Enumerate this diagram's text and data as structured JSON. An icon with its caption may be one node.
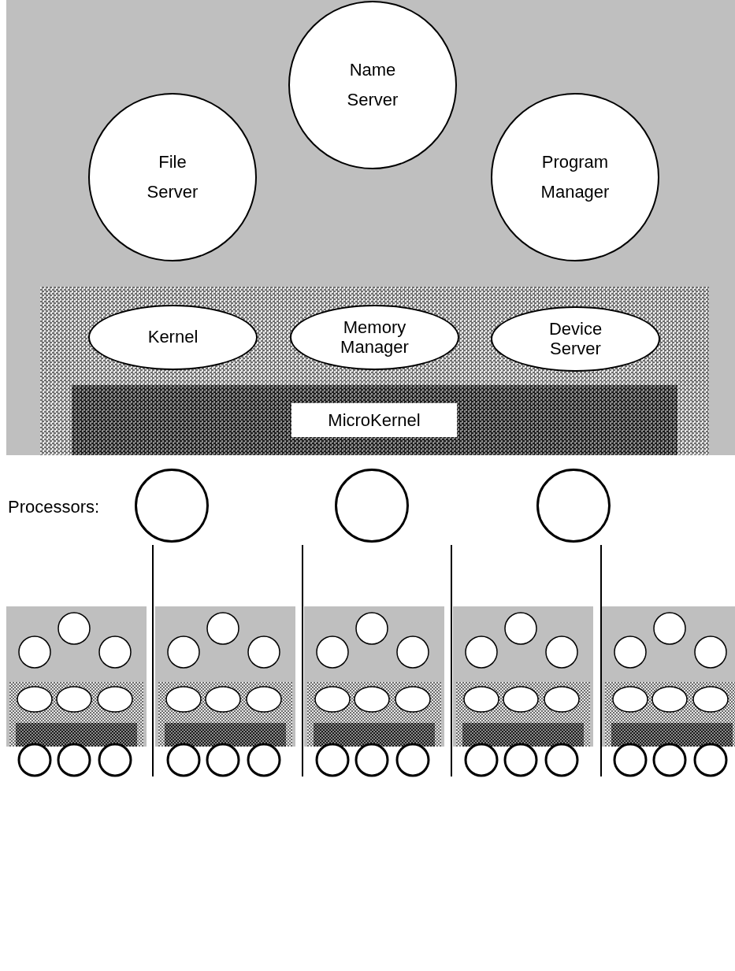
{
  "diagram": {
    "nodes": [
      {
        "text": [],
        "shape": "box"
      },
      {
        "text": [
          "File Server"
        ],
        "in": 0
      },
      {
        "text": [
          "Name Server"
        ],
        "in": 0
      },
      {
        "text": [
          "Program Manager"
        ],
        "in": 0
      },
      {
        "text": [],
        "shape": "box",
        "in": 0
      },
      {
        "text": [
          "Kernel"
        ],
        "in": 4
      },
      {
        "text": [
          "Memory Manager"
        ],
        "in": 4
      },
      {
        "text": [
          "Device Server"
        ],
        "in": 4
      },
      {
        "text": [],
        "shape": "box",
        "in": 4
      },
      {
        "text": [
          "MicroKernel"
        ],
        "in": 8
      },
      {
        "text": [],
        "shape": "circle"
      },
      {
        "text": [],
        "shape": "circle"
      },
      {
        "text": [],
        "shape": "circle"
      }
    ],
    "labels": [
      "Processors:"
    ]
  }
}
